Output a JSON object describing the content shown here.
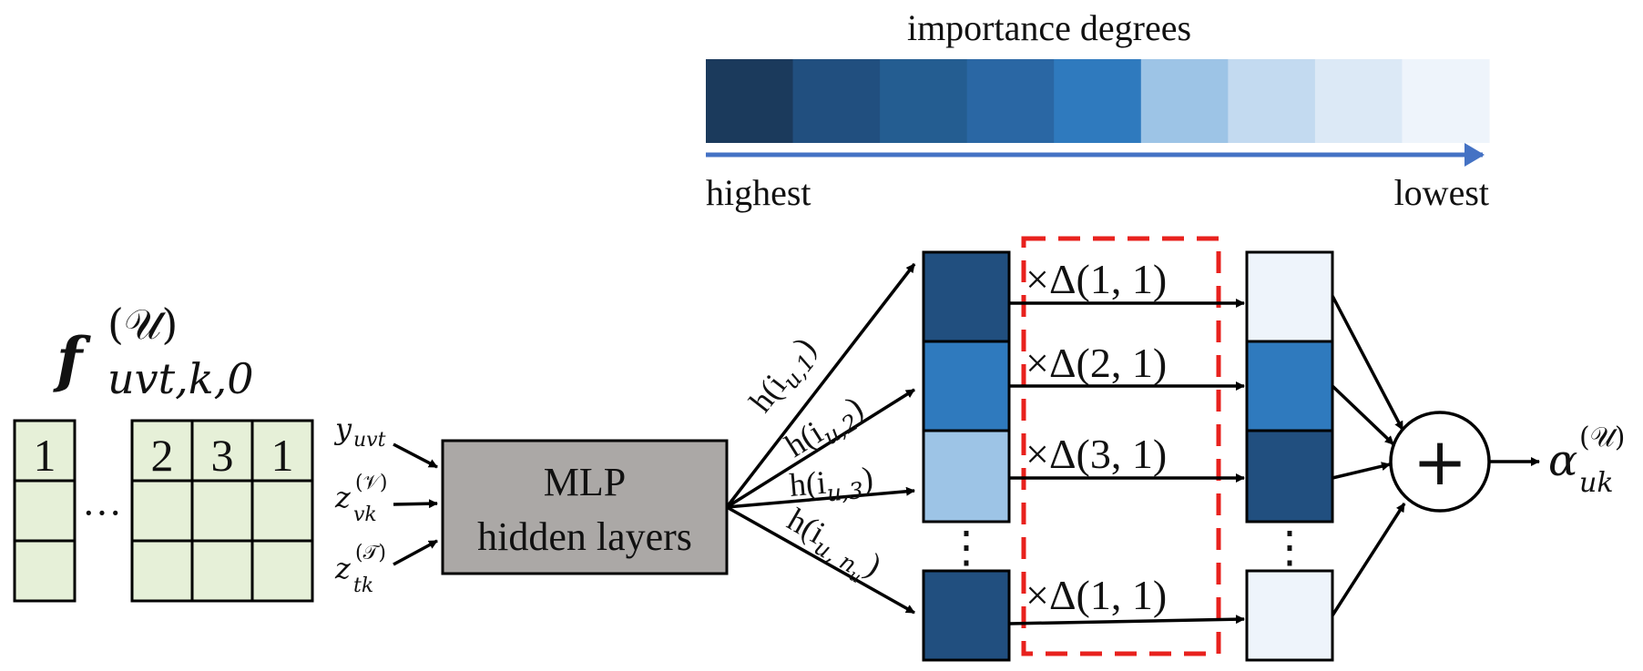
{
  "legend": {
    "title": "importance degrees",
    "left_label": "highest",
    "right_label": "lowest",
    "colors": [
      "#1b3a5c",
      "#214f7f",
      "#245d91",
      "#2a67a4",
      "#2f7abe",
      "#9dc4e6",
      "#c3daf0",
      "#dce9f6",
      "#eef4fb"
    ],
    "arrow_color": "#4472c4"
  },
  "feature": {
    "symbol": "f",
    "superscript": "(𝒰)",
    "subscript": "uvt,k,0",
    "first_block_values": [
      "1"
    ],
    "ellipsis": "···",
    "second_block_values": [
      "2",
      "3",
      "1"
    ],
    "cell_color": "#e6f0d8"
  },
  "inputs": {
    "y_main": "y",
    "y_sub": "uvt",
    "z1_main": "z",
    "z1_sup": "(𝒱)",
    "z1_sub": "vk",
    "z2_main": "z",
    "z2_sup": "(𝒯)",
    "z2_sub": "tk"
  },
  "mlp": {
    "line1": "MLP",
    "line2": "hidden layers",
    "color": "#aba8a6"
  },
  "branches": {
    "b1_pre": "h(i",
    "b1_sub": "u,1",
    "b1_post": ")",
    "b2_pre": "h(i",
    "b2_sub": "u,2",
    "b2_post": ")",
    "b3_pre": "h(i",
    "b3_sub": "u,3",
    "b3_post": ")",
    "b4_pre": "h(i",
    "b4_sub": "u, n",
    "b4_subsub": "u",
    "b4_post": ")"
  },
  "multipliers": [
    "×Δ(1, 1)",
    "×Δ(2, 1)",
    "×Δ(3, 1)",
    "×Δ(1, 1)"
  ],
  "vertical_ellipsis": "⋮",
  "left_column_colors": [
    "#214f7f",
    "#2f7abe",
    "#9dc4e6",
    "#214f7f"
  ],
  "right_column_colors": [
    "#eef4fb",
    "#2f7abe",
    "#214f7f",
    "#eef4fb"
  ],
  "sum_symbol": "+",
  "output": {
    "main": "α",
    "sup": "(𝒰)",
    "sub": "uk"
  },
  "dashed_box_color": "#e8211d"
}
